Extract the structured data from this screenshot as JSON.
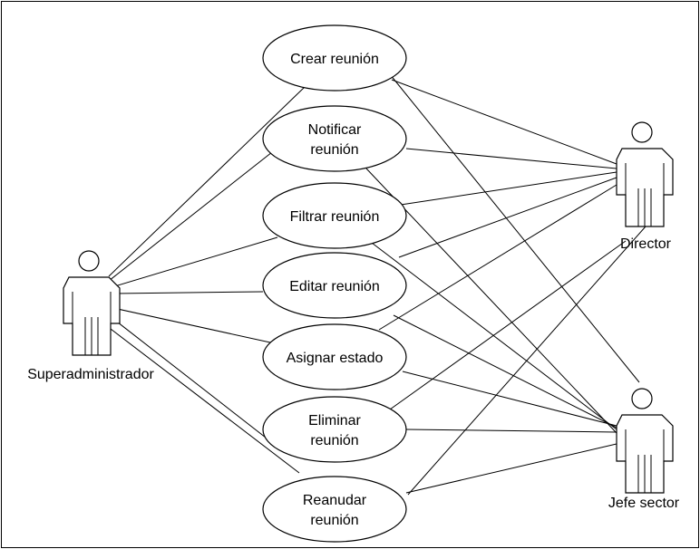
{
  "actors": {
    "superadmin": {
      "label": "Superadministrador",
      "icon": "person-icon"
    },
    "director": {
      "label": "Director",
      "icon": "person-icon"
    },
    "jefe": {
      "label": "Jefe sector",
      "icon": "person-icon"
    }
  },
  "use_cases": [
    {
      "id": "crear",
      "lines": [
        "Crear reunión"
      ],
      "actors": [
        "superadmin",
        "director",
        "jefe"
      ]
    },
    {
      "id": "notificar",
      "lines": [
        "Notificar",
        "reunión"
      ],
      "actors": [
        "superadmin",
        "director",
        "jefe"
      ]
    },
    {
      "id": "filtrar",
      "lines": [
        "Filtrar reunión"
      ],
      "actors": [
        "superadmin",
        "director",
        "jefe"
      ]
    },
    {
      "id": "editar",
      "lines": [
        "Editar reunión"
      ],
      "actors": [
        "superadmin",
        "director",
        "jefe"
      ]
    },
    {
      "id": "asignar",
      "lines": [
        "Asignar estado"
      ],
      "actors": [
        "superadmin",
        "director",
        "jefe"
      ]
    },
    {
      "id": "eliminar",
      "lines": [
        "Eliminar",
        "reunión"
      ],
      "actors": [
        "superadmin",
        "director",
        "jefe"
      ]
    },
    {
      "id": "reanudar",
      "lines": [
        "Reanudar",
        "reunión"
      ],
      "actors": [
        "superadmin",
        "director",
        "jefe"
      ]
    }
  ],
  "colors": {
    "stroke": "#000000",
    "background": "#ffffff"
  }
}
